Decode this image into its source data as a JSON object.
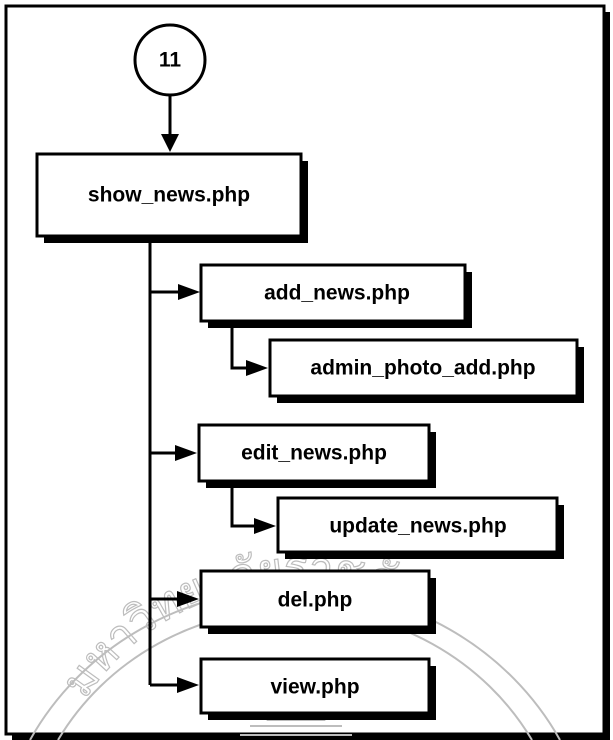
{
  "connector": {
    "label": "11"
  },
  "nodes": {
    "show_news": "show_news.php",
    "add_news": "add_news.php",
    "admin_photo_add": "admin_photo_add.php",
    "edit_news": "edit_news.php",
    "update_news": "update_news.php",
    "del": "del.php",
    "view": "view.php"
  },
  "watermark": {
    "text": "มหาวิทยาลัยราชภัฏสงขลา"
  },
  "colors": {
    "stroke": "#000000",
    "shadow": "#000000",
    "watermark": "#bdbdbd",
    "background": "#ffffff"
  }
}
